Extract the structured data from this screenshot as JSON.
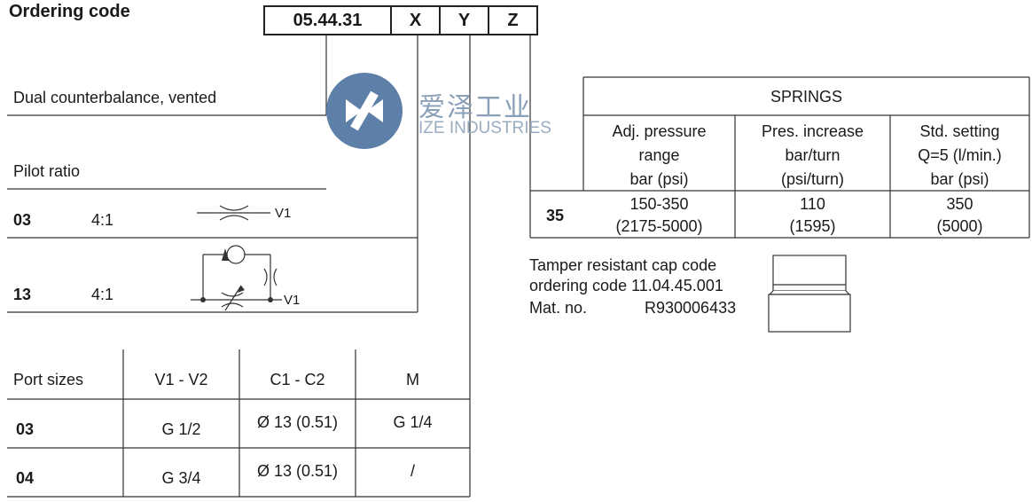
{
  "ordering": {
    "title": "Ordering code",
    "code": "05.44.31",
    "x": "X",
    "y": "Y",
    "z": "Z"
  },
  "function": "Dual counterbalance, vented",
  "pilot": {
    "label": "Pilot ratio",
    "rows": [
      {
        "code": "03",
        "ratio": "4:1",
        "port": "V1"
      },
      {
        "code": "13",
        "ratio": "4:1",
        "port": "V1"
      }
    ]
  },
  "ports": {
    "headers": [
      "Port sizes",
      "V1 - V2",
      "C1 - C2",
      "M"
    ],
    "rows": [
      {
        "code": "03",
        "v": "G 1/2",
        "c": "Ø 13 (0.51)",
        "m": "G 1/4"
      },
      {
        "code": "04",
        "v": "G 3/4",
        "c": "Ø 13 (0.51)",
        "m": "/"
      }
    ]
  },
  "springs": {
    "title": "SPRINGS",
    "headers": [
      [
        "Adj. pressure",
        "range",
        "bar (psi)"
      ],
      [
        "Pres. increase",
        "bar/turn",
        "(psi/turn)"
      ],
      [
        "Std. setting",
        "Q=5 (l/min.)",
        "bar (psi)"
      ]
    ],
    "row": {
      "code": "35",
      "cells": [
        [
          "150-350",
          "(2175-5000)"
        ],
        [
          "110",
          "(1595)"
        ],
        [
          "350",
          "(5000)"
        ]
      ]
    }
  },
  "cap": {
    "line1": "Tamper resistant cap code",
    "line2": "ordering code 11.04.45.001",
    "mat_label": "Mat. no.",
    "mat_value": "R930006433"
  },
  "watermark": {
    "cn": "爱泽工业",
    "en": "IZE INDUSTRIES"
  }
}
